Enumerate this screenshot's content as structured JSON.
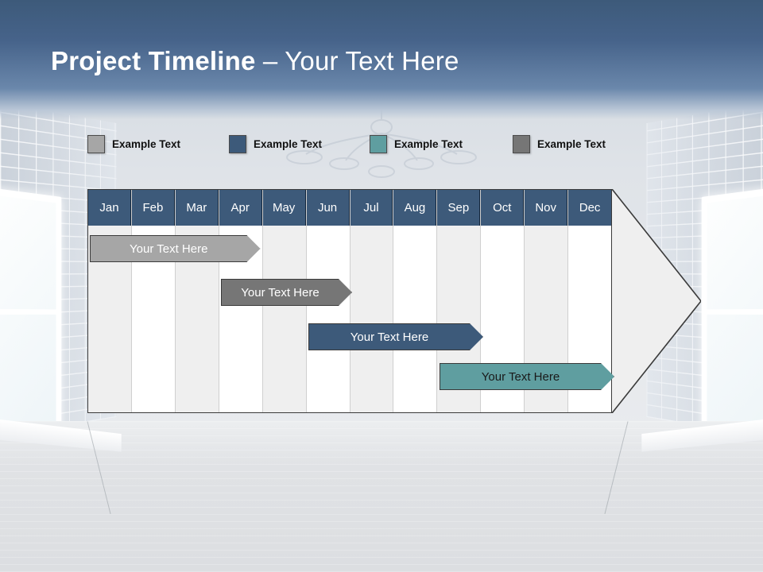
{
  "slide": {
    "title_bold": "Project Timeline",
    "title_dash": " – ",
    "title_rest": "Your Text Here"
  },
  "legend": {
    "items": [
      {
        "label": "Example Text",
        "color": "#a6a6a6",
        "x": 0
      },
      {
        "label": "Example Text",
        "color": "#3d5a7a",
        "x": 178
      },
      {
        "label": "Example Text",
        "color": "#5f9ea0",
        "x": 355
      },
      {
        "label": "Example Text",
        "color": "#767676",
        "x": 535
      }
    ]
  },
  "chart_data": {
    "type": "bar",
    "title": "Project Timeline",
    "xlabel": "",
    "ylabel": "",
    "categories": [
      "Jan",
      "Feb",
      "Mar",
      "Apr",
      "May",
      "Jun",
      "Jul",
      "Aug",
      "Sep",
      "Oct",
      "Nov",
      "Dec"
    ],
    "series": [
      {
        "name": "Example Text",
        "label": "Your  Text Here",
        "color": "#a6a6a6",
        "text_color": "#ffffff",
        "start_month": 0,
        "end_month": 3.9,
        "row": 0
      },
      {
        "name": "Example Text",
        "label": "Your  Text Here",
        "color": "#767676",
        "text_color": "#ffffff",
        "start_month": 3.0,
        "end_month": 6.0,
        "row": 1
      },
      {
        "name": "Example Text",
        "label": "Your  Text Here",
        "color": "#3d5a7a",
        "text_color": "#ffffff",
        "start_month": 5.0,
        "end_month": 9.0,
        "row": 2
      },
      {
        "name": "Example Text",
        "label": "Your  Text Here",
        "color": "#5f9ea0",
        "text_color": "#1a1a1a",
        "start_month": 8.0,
        "end_month": 12.0,
        "row": 3
      }
    ],
    "legend_position": "top",
    "grid": true,
    "header_color": "#3d5a7a",
    "alt_column_color": "#efefef",
    "arrow_fill": "#efefef",
    "arrow_stroke": "#3a3a3a"
  }
}
